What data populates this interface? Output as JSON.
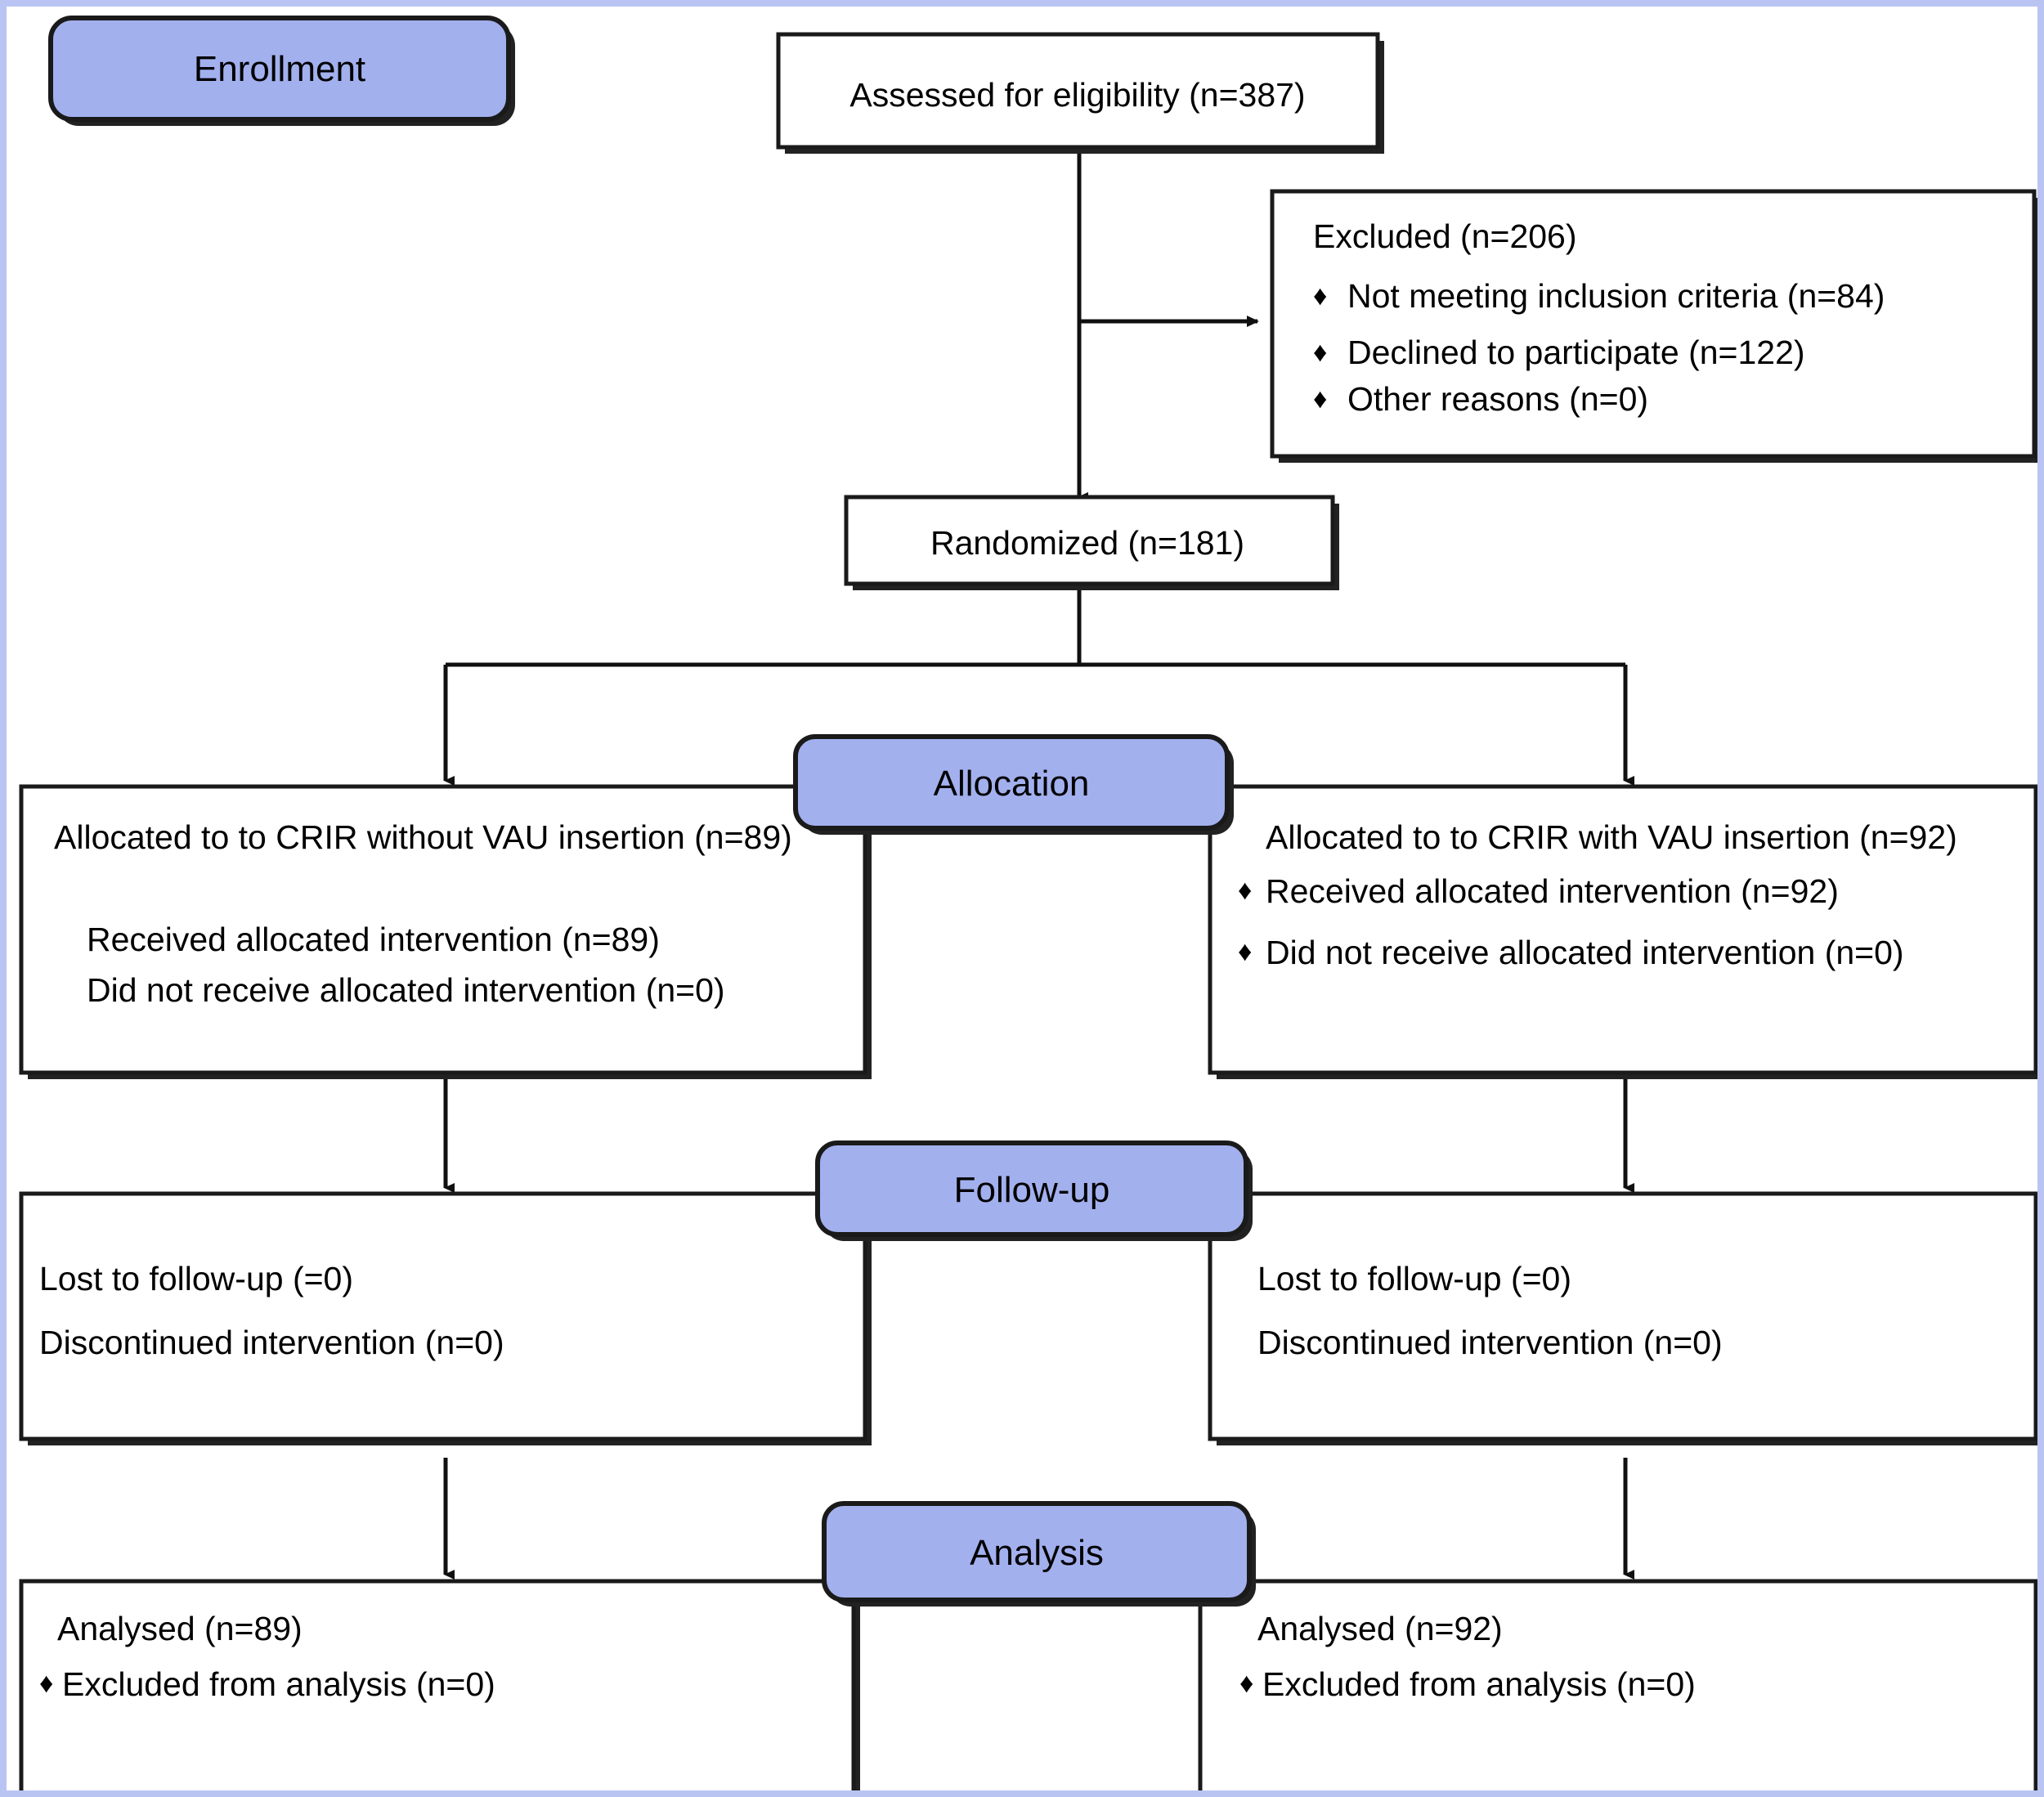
{
  "diagram": {
    "title": "CONSORT participant flow diagram",
    "colors": {
      "banner_fill": "#a3b0ee",
      "box_fill": "#ffffff",
      "line": "#101010",
      "frame": "#b9c4f2"
    },
    "bullet_glyph": "♦"
  },
  "banners": [
    {
      "id": "enrollment",
      "label": "Enrollment"
    },
    {
      "id": "allocation",
      "label": "Allocation"
    },
    {
      "id": "followup",
      "label": "Follow-up"
    },
    {
      "id": "analysis",
      "label": "Analysis"
    }
  ],
  "nodes": {
    "assessed": {
      "label": "Assessed for eligibility (n=387)"
    },
    "excluded": {
      "heading": "Excluded (n=206)",
      "items": [
        "Not meeting inclusion criteria (n=84)",
        "Declined to participate (n=122)",
        "Other reasons (n=0)"
      ]
    },
    "randomized": {
      "label": "Randomized (n=181)"
    },
    "alloc_left": {
      "heading": "Allocated to to CRIR without VAU insertion (n=89)",
      "items": [
        "Received allocated intervention (n=89)",
        "Did not receive allocated intervention (n=0)"
      ],
      "bulleted": false
    },
    "alloc_right": {
      "heading": "Allocated to to CRIR with VAU insertion (n=92)",
      "items": [
        "Received allocated intervention (n=92)",
        "Did not receive allocated intervention (n=0)"
      ],
      "bulleted": true
    },
    "followup_left": {
      "lines": [
        "Lost to follow-up (=0)",
        "Discontinued intervention (n=0)"
      ]
    },
    "followup_right": {
      "lines": [
        "Lost to follow-up (=0)",
        "Discontinued intervention (n=0)"
      ]
    },
    "analysis_left": {
      "heading": "Analysed (n=89)",
      "items": [
        "Excluded from analysis (n=0)"
      ]
    },
    "analysis_right": {
      "heading": "Analysed (n=92)",
      "items": [
        "Excluded from analysis (n=0)"
      ]
    }
  }
}
